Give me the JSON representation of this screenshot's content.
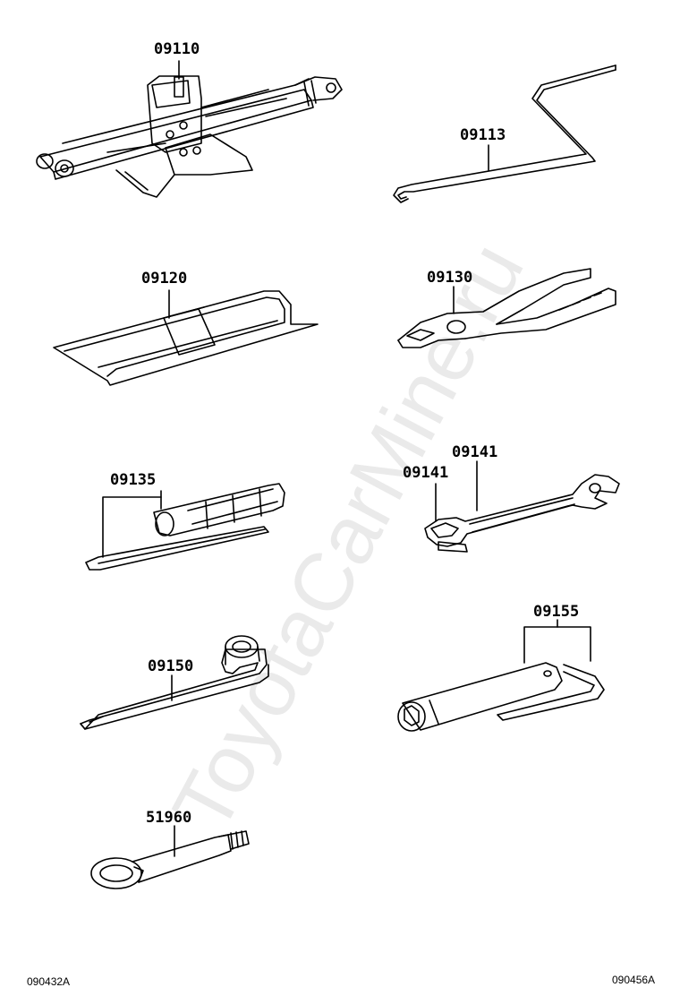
{
  "parts": {
    "jack": "09110",
    "hook_rod": "09113",
    "tool_bag": "09120",
    "pliers": "09130",
    "screwdriver": "09135",
    "wrench_a": "09141",
    "wrench_b": "09141",
    "jack_handle": "09150",
    "hub_nut_wrench": "09155",
    "towing_eye": "51960"
  },
  "footer": {
    "left_code": "090432A",
    "right_code": "090456A"
  },
  "watermark": "ToyotaCarMine.ru",
  "colors": {
    "line": "#000000",
    "background": "#ffffff"
  }
}
